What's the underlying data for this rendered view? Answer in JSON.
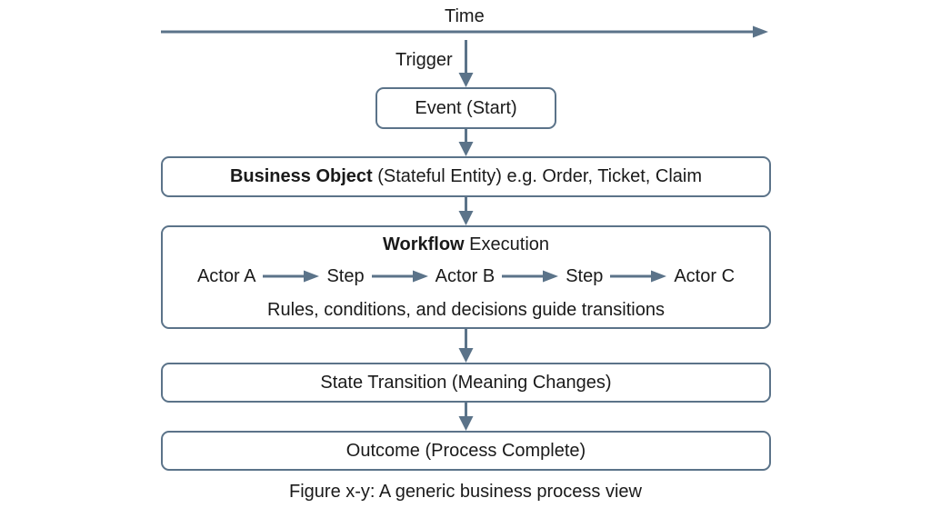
{
  "figure": {
    "caption": "Figure x-y: A generic business process view",
    "accent_color": "#5b7389",
    "background_color": "#ffffff",
    "text_color": "#1a1a1a"
  },
  "axis": {
    "label": "Time",
    "direction": "left-to-right"
  },
  "trigger": {
    "label": "Trigger"
  },
  "nodes": {
    "event": {
      "label": "Event (Start)"
    },
    "business_object": {
      "bold_part": "Business Object",
      "rest_part": " (Stateful Entity) e.g. Order, Ticket, Claim"
    },
    "workflow": {
      "title_bold": "Workflow",
      "title_rest": " Execution",
      "chain": [
        {
          "type": "node",
          "label": "Actor A"
        },
        {
          "type": "arrow",
          "label": "arrow-right-icon"
        },
        {
          "type": "node",
          "label": "Step"
        },
        {
          "type": "arrow",
          "label": "arrow-right-icon"
        },
        {
          "type": "node",
          "label": "Actor B"
        },
        {
          "type": "arrow",
          "label": "arrow-right-icon"
        },
        {
          "type": "node",
          "label": "Step"
        },
        {
          "type": "arrow",
          "label": "arrow-right-icon"
        },
        {
          "type": "node",
          "label": "Actor C"
        }
      ],
      "note": "Rules, conditions, and decisions guide transitions"
    },
    "state_transition": {
      "label": "State Transition (Meaning Changes)"
    },
    "outcome": {
      "label": "Outcome (Process Complete)"
    }
  }
}
